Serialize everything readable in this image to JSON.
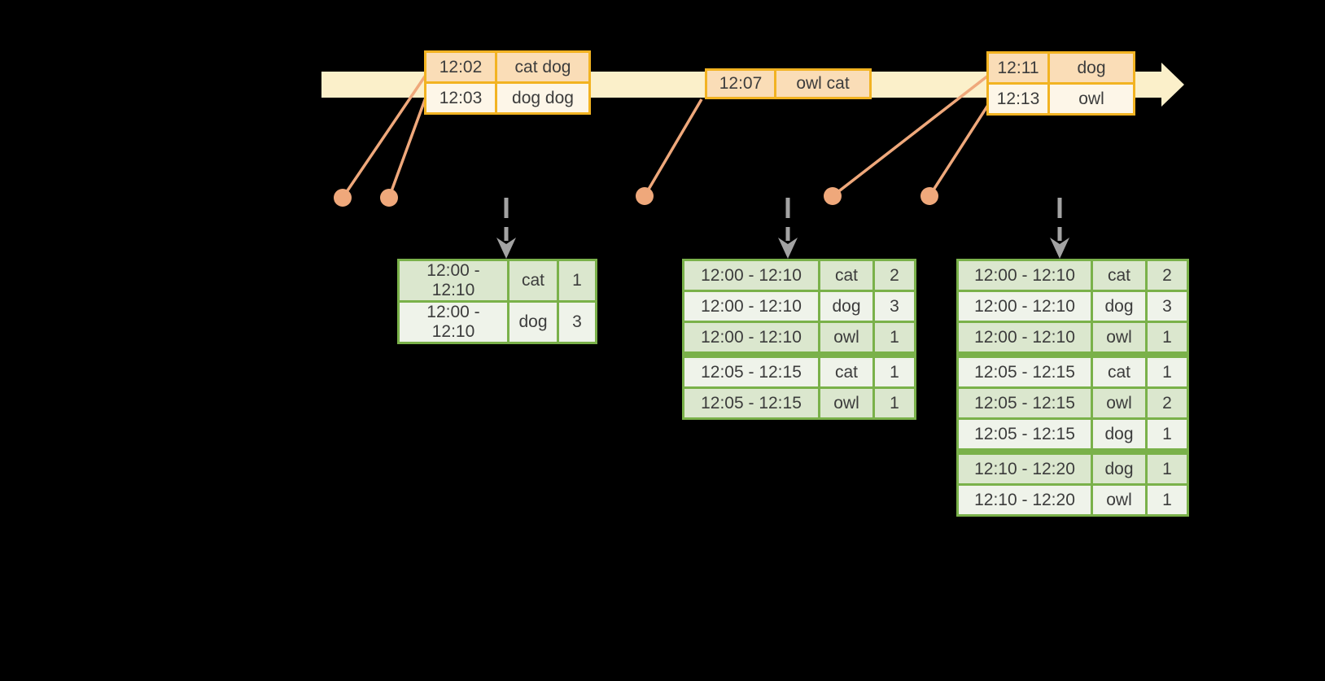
{
  "palette": {
    "bg": "#000000",
    "timeline_fill": "#FBF0CA",
    "event_border": "#F2B322",
    "event_row_odd": "#FADDB7",
    "event_row_even": "#FDF6E8",
    "connector": "#EFA87B",
    "result_border": "#7AB14A",
    "result_row_odd": "#DBE7CE",
    "result_row_even": "#EFF3EA",
    "arrow_gray": "#A3A3A3",
    "text": "#3C3C3C"
  },
  "events": [
    {
      "rows": [
        {
          "time": "12:02",
          "words": "cat dog"
        },
        {
          "time": "12:03",
          "words": "dog dog"
        }
      ]
    },
    {
      "rows": [
        {
          "time": "12:07",
          "words": "owl cat"
        }
      ]
    },
    {
      "rows": [
        {
          "time": "12:11",
          "words": "dog"
        },
        {
          "time": "12:13",
          "words": "owl"
        }
      ]
    }
  ],
  "results": [
    {
      "rows": [
        {
          "window": "12:00 - 12:10",
          "word": "cat",
          "count": "1"
        },
        {
          "window": "12:00 - 12:10",
          "word": "dog",
          "count": "3"
        }
      ]
    },
    {
      "rows": [
        {
          "window": "12:00 - 12:10",
          "word": "cat",
          "count": "2"
        },
        {
          "window": "12:00 - 12:10",
          "word": "dog",
          "count": "3"
        },
        {
          "window": "12:00 - 12:10",
          "word": "owl",
          "count": "1"
        },
        {
          "window": "12:05 - 12:15",
          "word": "cat",
          "count": "1"
        },
        {
          "window": "12:05 - 12:15",
          "word": "owl",
          "count": "1"
        }
      ]
    },
    {
      "rows": [
        {
          "window": "12:00 - 12:10",
          "word": "cat",
          "count": "2"
        },
        {
          "window": "12:00 - 12:10",
          "word": "dog",
          "count": "3"
        },
        {
          "window": "12:00 - 12:10",
          "word": "owl",
          "count": "1"
        },
        {
          "window": "12:05 - 12:15",
          "word": "cat",
          "count": "1"
        },
        {
          "window": "12:05 - 12:15",
          "word": "owl",
          "count": "2"
        },
        {
          "window": "12:05 - 12:15",
          "word": "dog",
          "count": "1"
        },
        {
          "window": "12:10 - 12:20",
          "word": "dog",
          "count": "1"
        },
        {
          "window": "12:10 - 12:20",
          "word": "owl",
          "count": "1"
        }
      ]
    }
  ]
}
